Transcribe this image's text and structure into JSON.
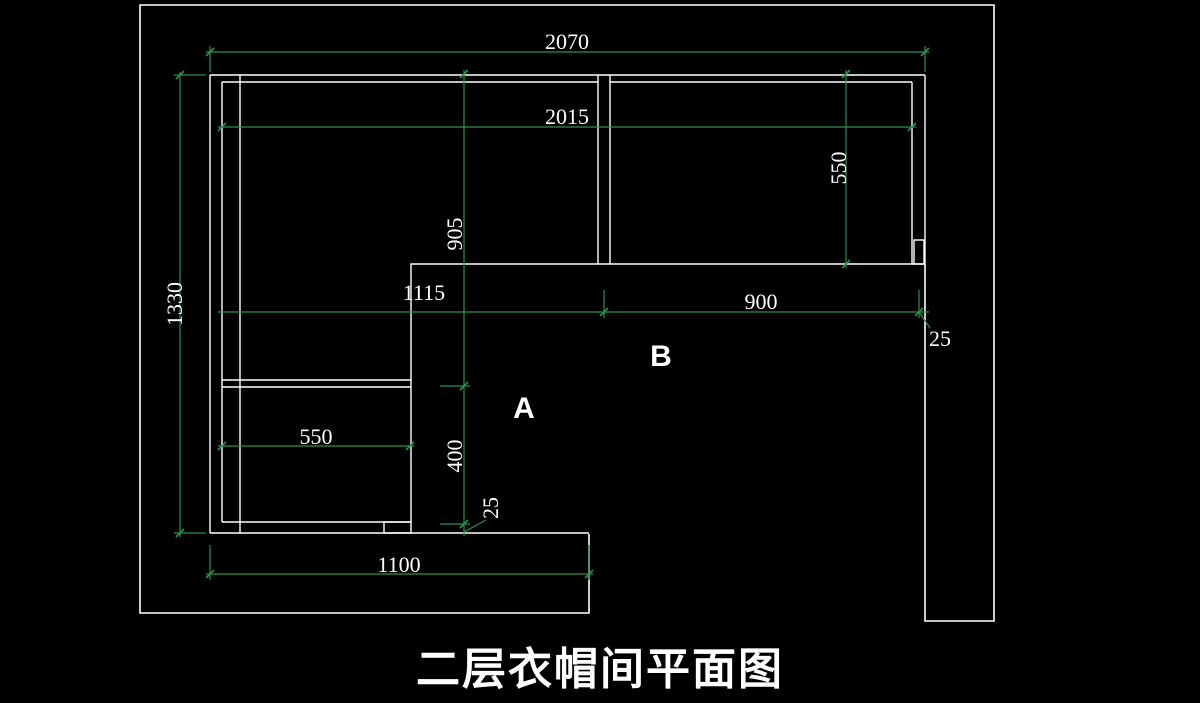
{
  "title": "二层衣帽间平面图",
  "dimensions": {
    "total_width": "2070",
    "inner_width": "2015",
    "depth_b": "550",
    "height_a": "905",
    "span_a": "1115",
    "span_b": "900",
    "gap_right": "25",
    "total_height": "1330",
    "depth_a": "550",
    "height_lower": "400",
    "gap_bottom": "25",
    "bottom_width": "1100"
  },
  "zones": {
    "a": "A",
    "b": "B"
  },
  "colors": {
    "background": "#000000",
    "lines": "#ffffff",
    "dimensions": "#2f8f4e"
  }
}
